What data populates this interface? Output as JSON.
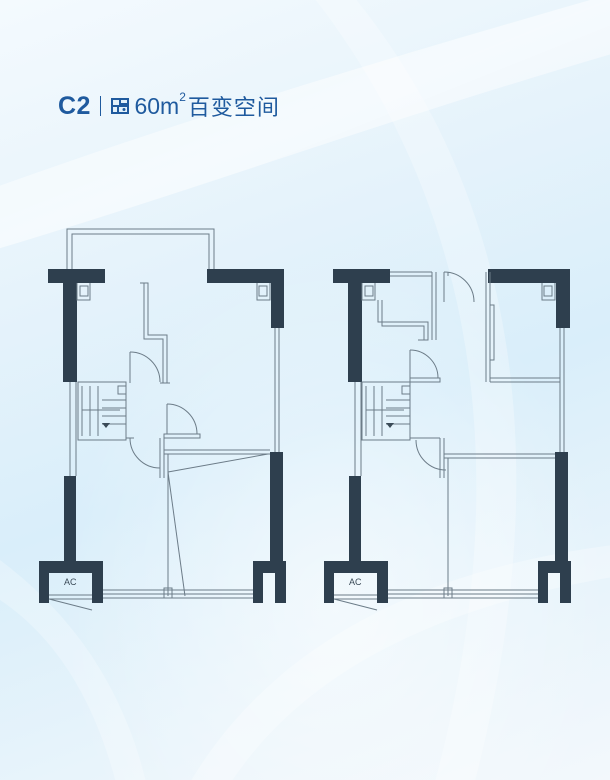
{
  "header": {
    "model_code": "C2",
    "area_value": "60m",
    "area_unit_sup": "2",
    "space_name": "百变空间",
    "icon": "floor-plan-icon"
  },
  "plans": [
    {
      "ac_label": "AC"
    },
    {
      "ac_label": "AC"
    }
  ],
  "colors": {
    "title": "#1f5a9e",
    "wall": "#2e3f4e",
    "line": "#6c7c88",
    "background": "#e3f1fa"
  }
}
